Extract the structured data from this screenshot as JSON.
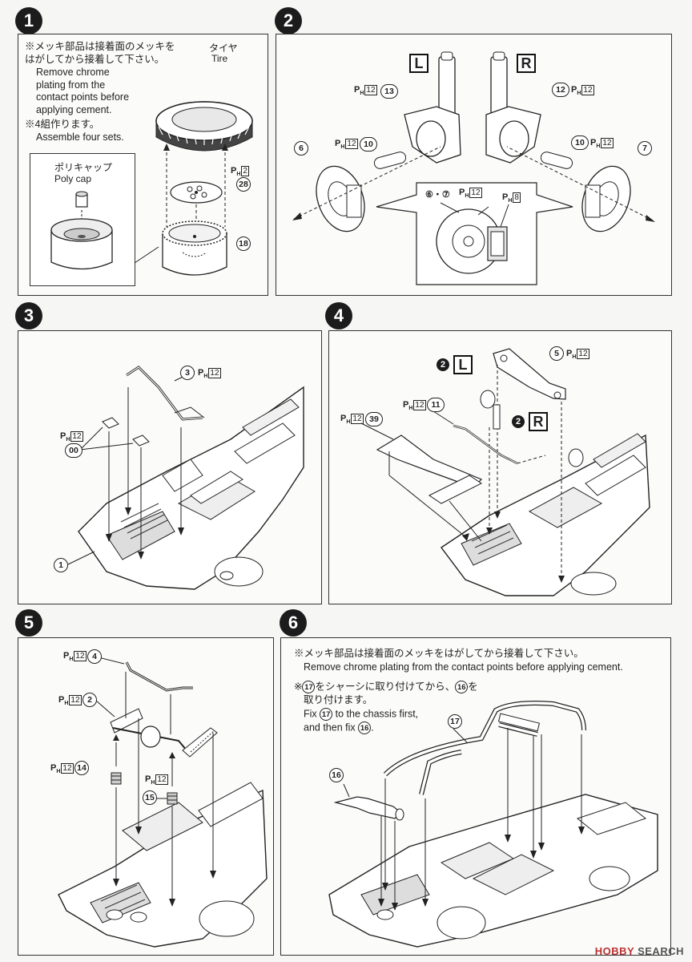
{
  "steps": {
    "s1": {
      "number": "1",
      "note_ja": "※メッキ部品は接着面のメッキを\nはがしてから接着して下さい。",
      "note_en": "Remove chrome\nplating from the\ncontact points before\napplying cement.",
      "sets_ja": "※4組作ります。",
      "sets_en": "Assemble four sets.",
      "tire_ja": "タイヤ",
      "tire_en": "Tire",
      "polycap_ja": "ポリキャップ",
      "polycap_en": "Poly cap",
      "parts": [
        "28",
        "18"
      ],
      "paint_2": "2"
    },
    "s2": {
      "number": "2",
      "left": "L",
      "right": "R",
      "parts": [
        "13",
        "10",
        "6",
        "12",
        "10",
        "7"
      ],
      "inset_label": "⑥・⑦",
      "paint_12": "12",
      "paint_8": "8"
    },
    "s3": {
      "number": "3",
      "parts": [
        "3",
        "00",
        "1"
      ],
      "paint_12": "12"
    },
    "s4": {
      "number": "4",
      "parts": [
        "5",
        "11",
        "39"
      ],
      "left": "L",
      "right": "R",
      "sub": "2",
      "paint_12": "12"
    },
    "s5": {
      "number": "5",
      "parts": [
        "4",
        "2",
        "14",
        "15"
      ],
      "paint_12": "12"
    },
    "s6": {
      "number": "6",
      "note_ja": "※メッキ部品は接着面のメッキをはがしてから接着して下さい。",
      "note_en": "Remove chrome plating from the contact points before applying cement.",
      "fix_ja_1": "※",
      "fix_ja_2": "をシャーシに取り付けてから、",
      "fix_ja_3": "を",
      "fix_ja_4": "取り付けます。",
      "fix_en_1": "Fix",
      "fix_en_2": "to the chassis first,",
      "fix_en_3": "and then fix",
      "fix_en_4": ".",
      "parts": [
        "17",
        "16"
      ]
    }
  },
  "paint_prefix": "P",
  "paint_sub": "H",
  "watermark": {
    "logo": "HOBBY",
    "text": "SEARCH"
  }
}
